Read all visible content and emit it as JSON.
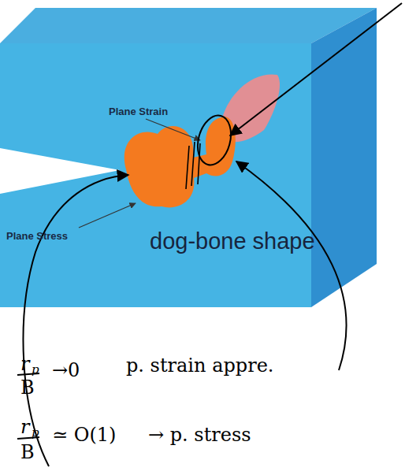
{
  "diagram": {
    "labels": [
      "Plane Strain",
      "Plane Stress",
      "dog-bone shape",
      "r",
      "p",
      "B",
      "→0",
      "p. strain appre.",
      "r",
      "p",
      "B",
      "≃ O(1)",
      "→ p. stress"
    ]
  }
}
